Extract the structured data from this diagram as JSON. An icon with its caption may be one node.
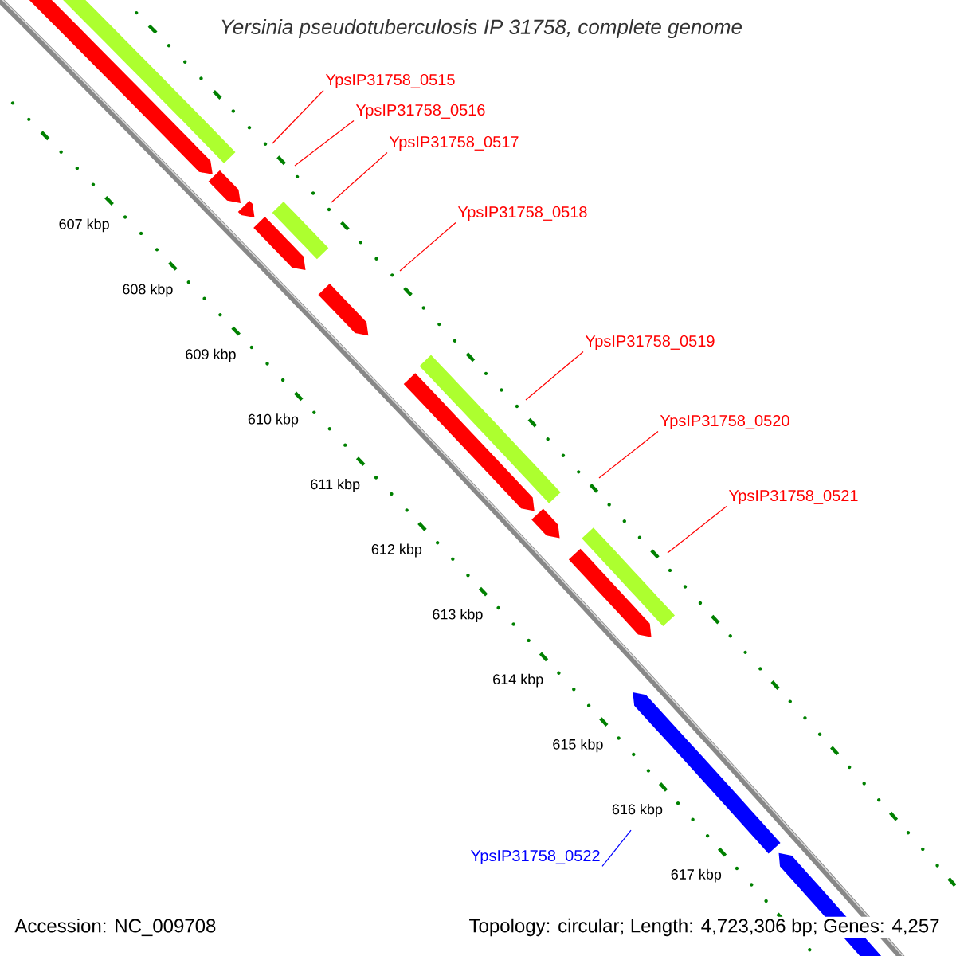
{
  "diagram": {
    "title": "Yersinia pseudotuberculosis IP 31758, complete genome",
    "nodes": [
      {
        "text": [
          "YpsIP31758_0515"
        ]
      },
      {
        "text": [
          "YpsIP31758_0516"
        ]
      },
      {
        "text": [
          "YpsIP31758_0517"
        ]
      },
      {
        "text": [
          "YpsIP31758_0518"
        ]
      },
      {
        "text": [
          "YpsIP31758_0519"
        ]
      },
      {
        "text": [
          "YpsIP31758_0520"
        ]
      },
      {
        "text": [
          "YpsIP31758_0521"
        ]
      },
      {
        "text": [
          "YpsIP31758_0522"
        ]
      }
    ],
    "edges": [
      {
        "from": 0,
        "to": null,
        "arrow": "none"
      },
      {
        "from": 1,
        "to": null,
        "arrow": "none"
      },
      {
        "from": 2,
        "to": null,
        "arrow": "none"
      },
      {
        "from": 3,
        "to": null,
        "arrow": "none"
      },
      {
        "from": 4,
        "to": null,
        "arrow": "none"
      },
      {
        "from": 5,
        "to": null,
        "arrow": "none"
      },
      {
        "from": 6,
        "to": null,
        "arrow": "none"
      },
      {
        "from": 7,
        "to": null,
        "arrow": "none",
        "color": "#0000ff"
      }
    ],
    "labels": [
      "607 kbp",
      "608 kbp",
      "609 kbp",
      "610 kbp",
      "611 kbp",
      "612 kbp",
      "613 kbp",
      "614 kbp",
      "615 kbp",
      "616 kbp",
      "617 kbp",
      "Accession: NC_009708",
      "Topology: circular; Length: 4,723,306 bp; Genes: 4,257"
    ]
  }
}
